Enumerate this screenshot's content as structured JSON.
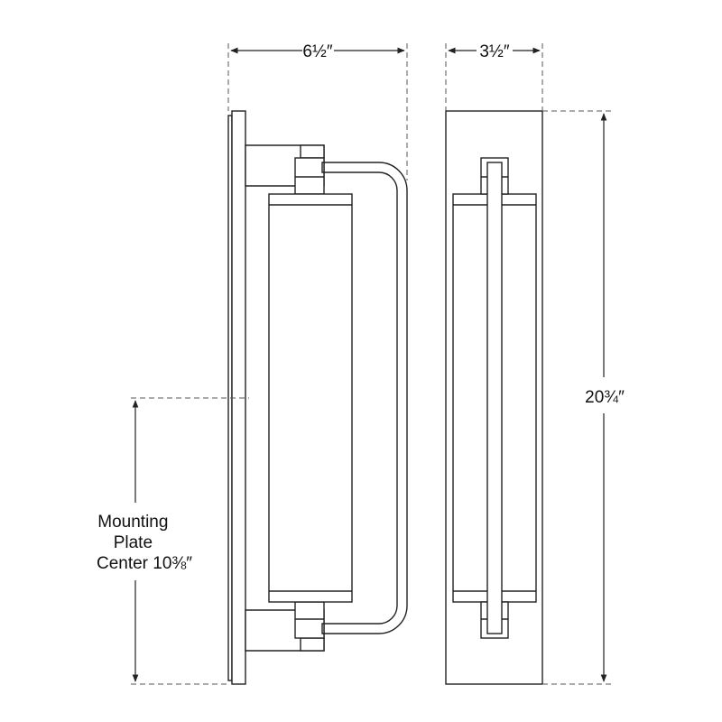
{
  "dimensions": {
    "width": "6½″",
    "depth": "3½″",
    "height": "20¾″",
    "mounting_line1": "Mounting",
    "mounting_line2": "Plate",
    "mounting_line3": "Center 10⅜″"
  },
  "colors": {
    "line": "#222222",
    "background": "#ffffff"
  }
}
